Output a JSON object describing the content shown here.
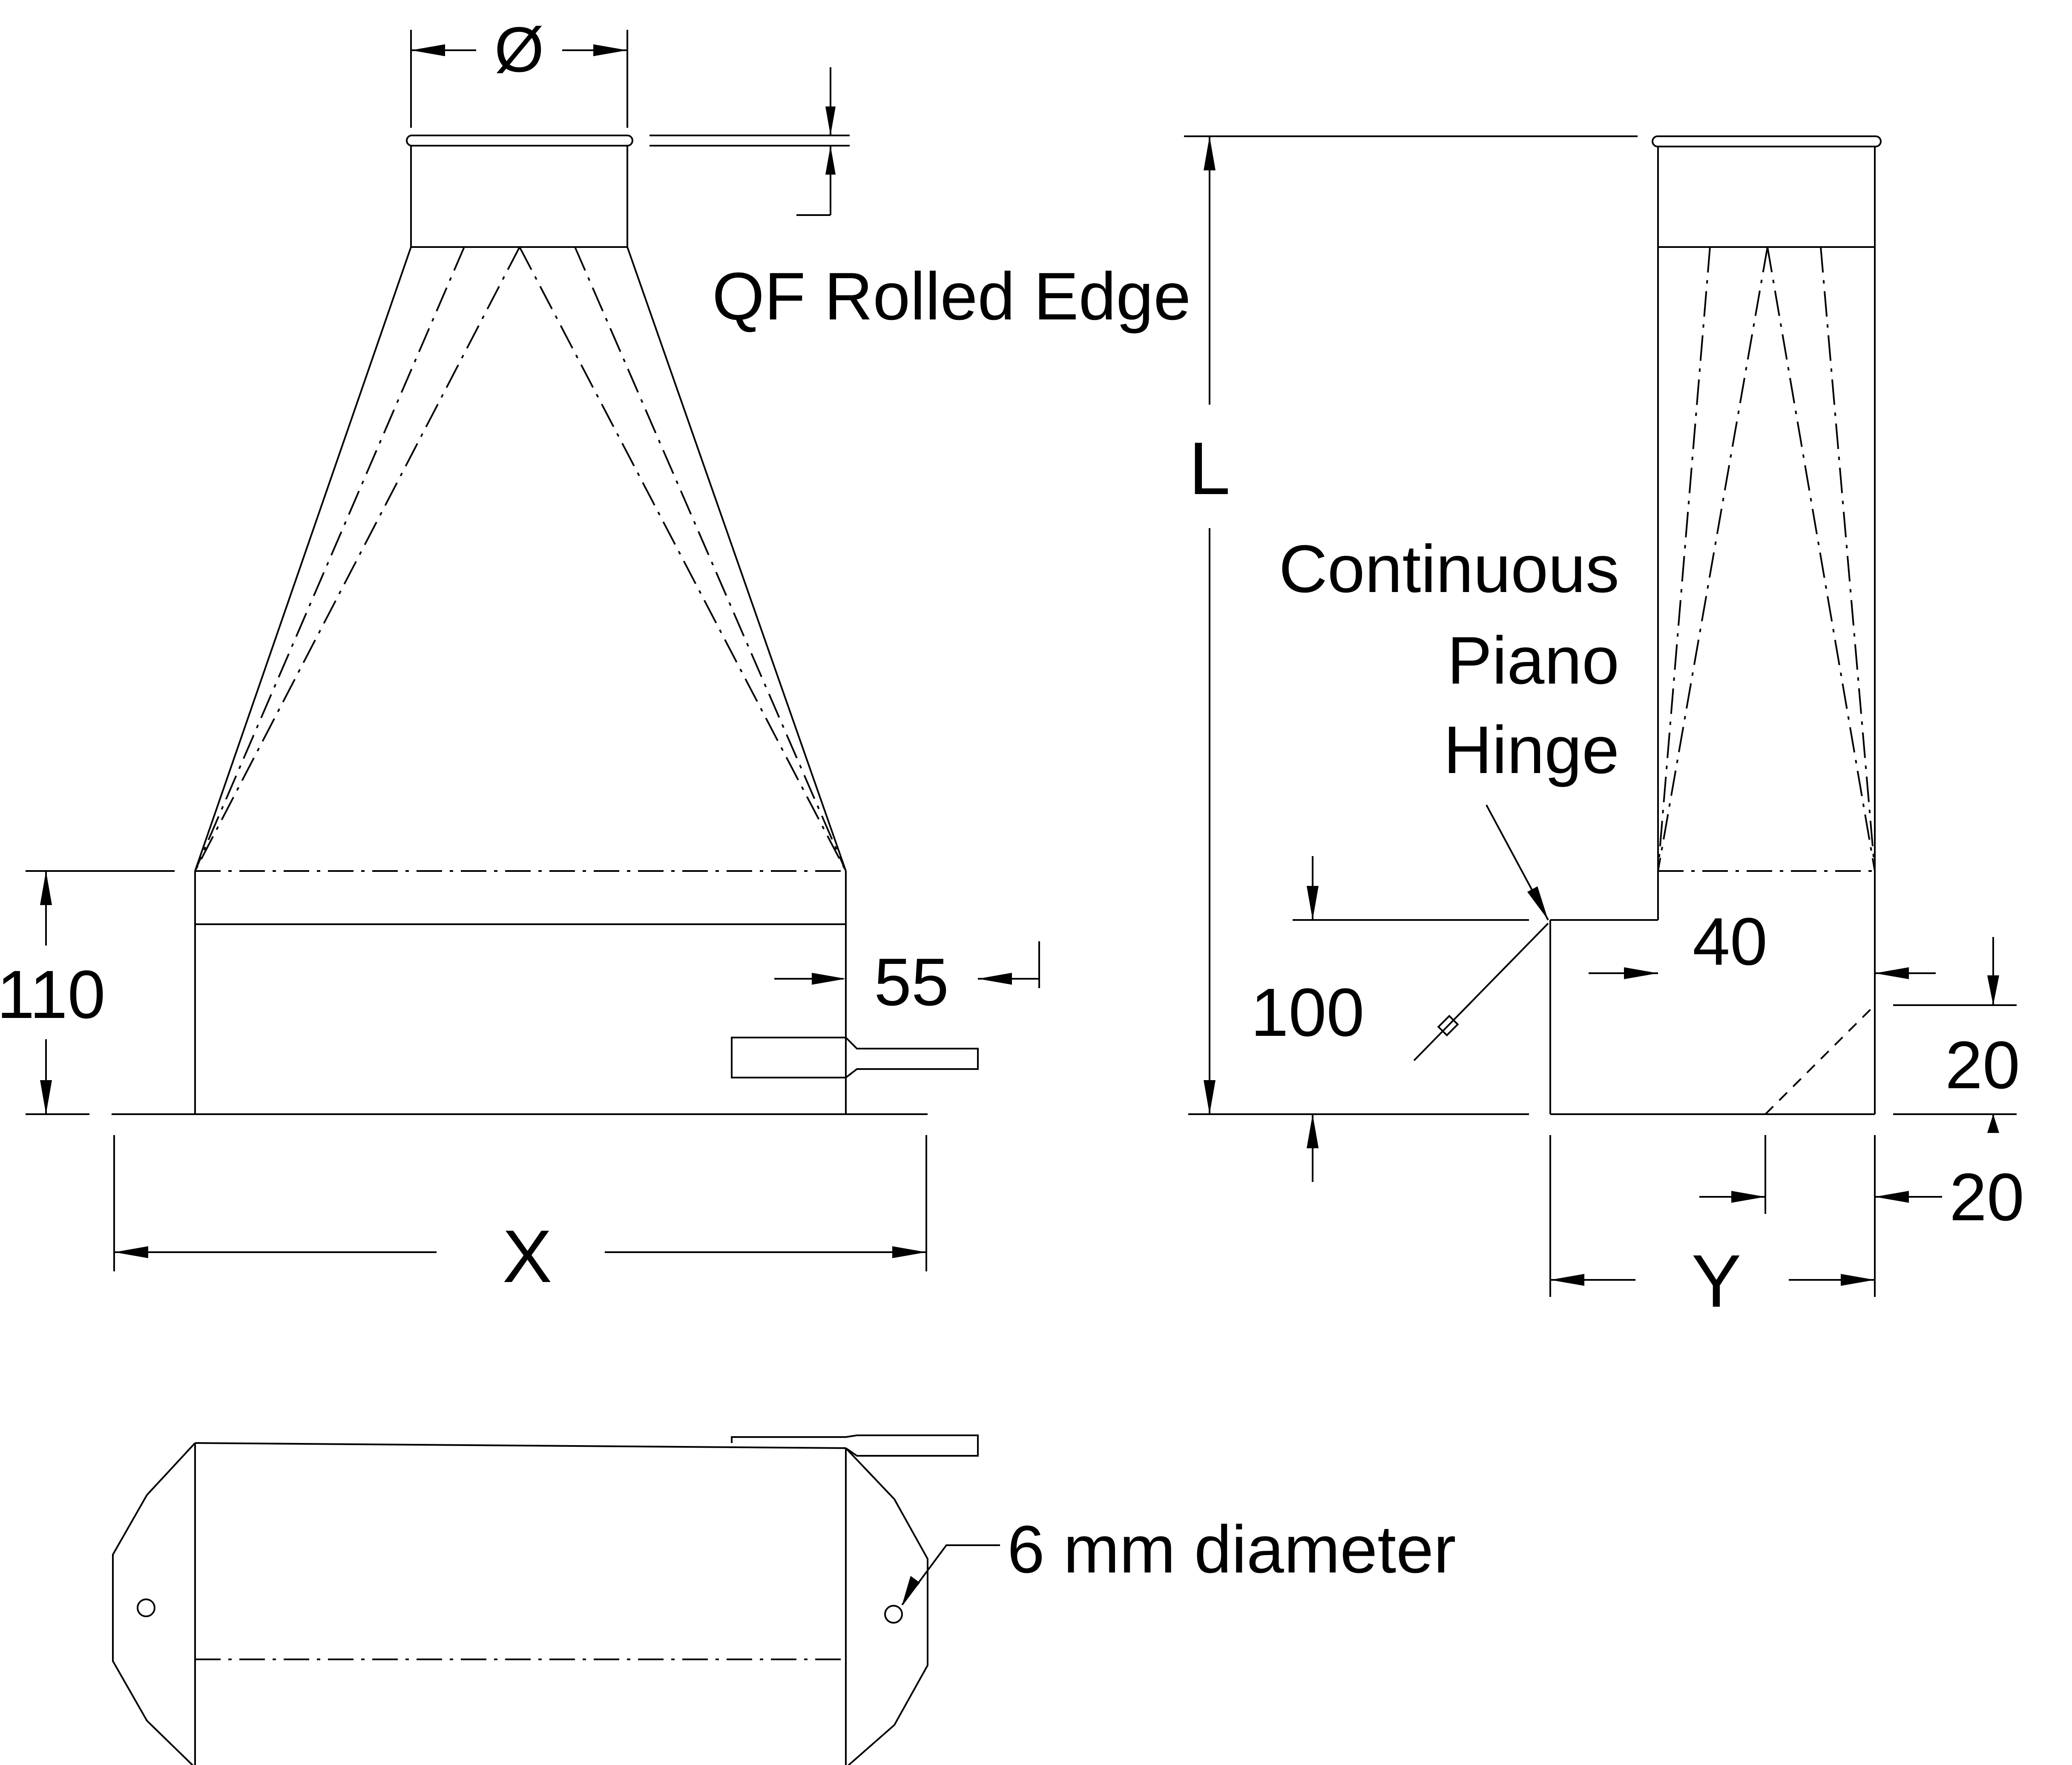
{
  "labels": {
    "diameter_symbol": "Ø",
    "rolled_edge": "QF Rolled Edge",
    "length": "L",
    "hinge_line1": "Continuous",
    "hinge_line2": "Piano",
    "hinge_line3": "Hinge",
    "dim_110": "110",
    "dim_55": "55",
    "dim_100": "100",
    "dim_40": "40",
    "dim_20_upper": "20",
    "dim_20_lower": "20",
    "width_x": "X",
    "depth_y": "Y",
    "hole_note": "6 mm diameter"
  },
  "colors": {
    "line": "#000000",
    "background": "#ffffff"
  }
}
